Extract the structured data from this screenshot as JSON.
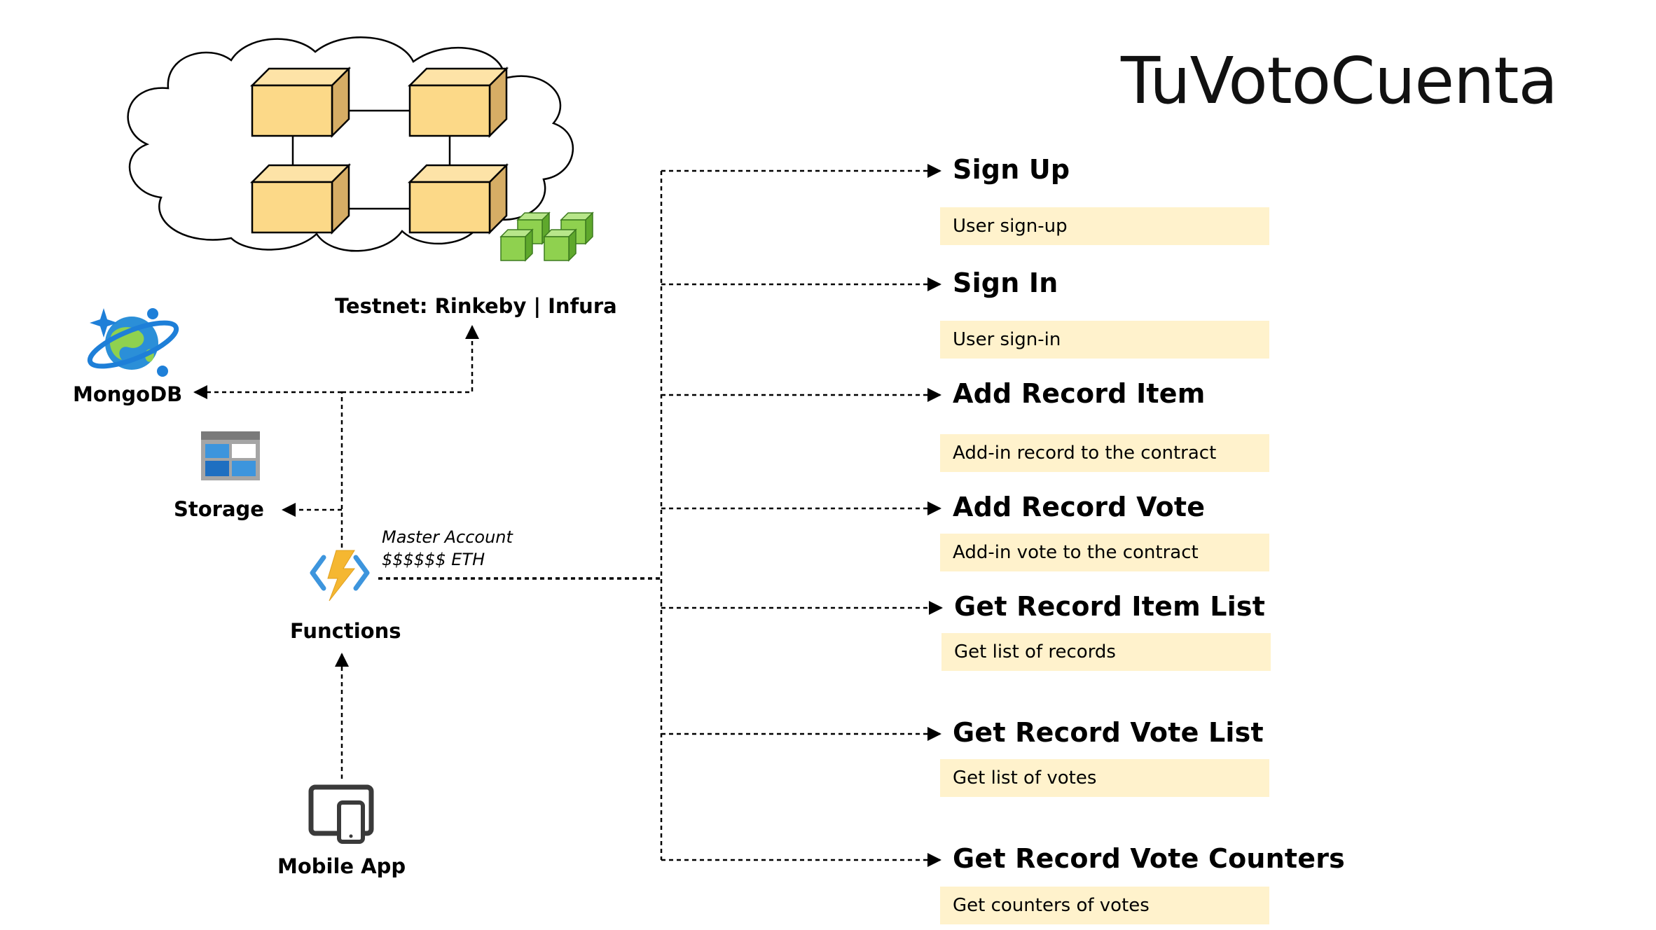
{
  "title": "TuVotoCuenta",
  "nodes": {
    "testnet": {
      "label": "Testnet: Rinkeby | Infura"
    },
    "mongodb": {
      "label": "MongoDB"
    },
    "storage": {
      "label": "Storage"
    },
    "functions": {
      "label": "Functions"
    },
    "mobile_app": {
      "label": "Mobile App"
    }
  },
  "master_account": {
    "line1": "Master Account",
    "line2": "$$$$$$ ETH"
  },
  "endpoints": [
    {
      "title": "Sign Up",
      "description": "User sign-up"
    },
    {
      "title": "Sign In",
      "description": "User sign-in"
    },
    {
      "title": "Add Record Item",
      "description": "Add-in record to the contract"
    },
    {
      "title": "Add Record Vote",
      "description": "Add-in vote to the contract"
    },
    {
      "title": "Get Record Item List",
      "description": "Get list of records"
    },
    {
      "title": "Get Record Vote List",
      "description": "Get list of votes"
    },
    {
      "title": "Get Record Vote Counters",
      "description": "Get counters of votes"
    }
  ],
  "colors": {
    "endpoint_box": "#fff2cc",
    "block_face": "#fcd988",
    "block_side": "#d9b26a",
    "node_green": "#8fd14f",
    "lightning": "#f5b731",
    "azure_blue": "#1e7fd8"
  },
  "icons": [
    "cloud-icon",
    "blockchain-blocks-icon",
    "cosmos-db-icon",
    "storage-icon",
    "functions-icon",
    "tablet-phone-icon"
  ]
}
